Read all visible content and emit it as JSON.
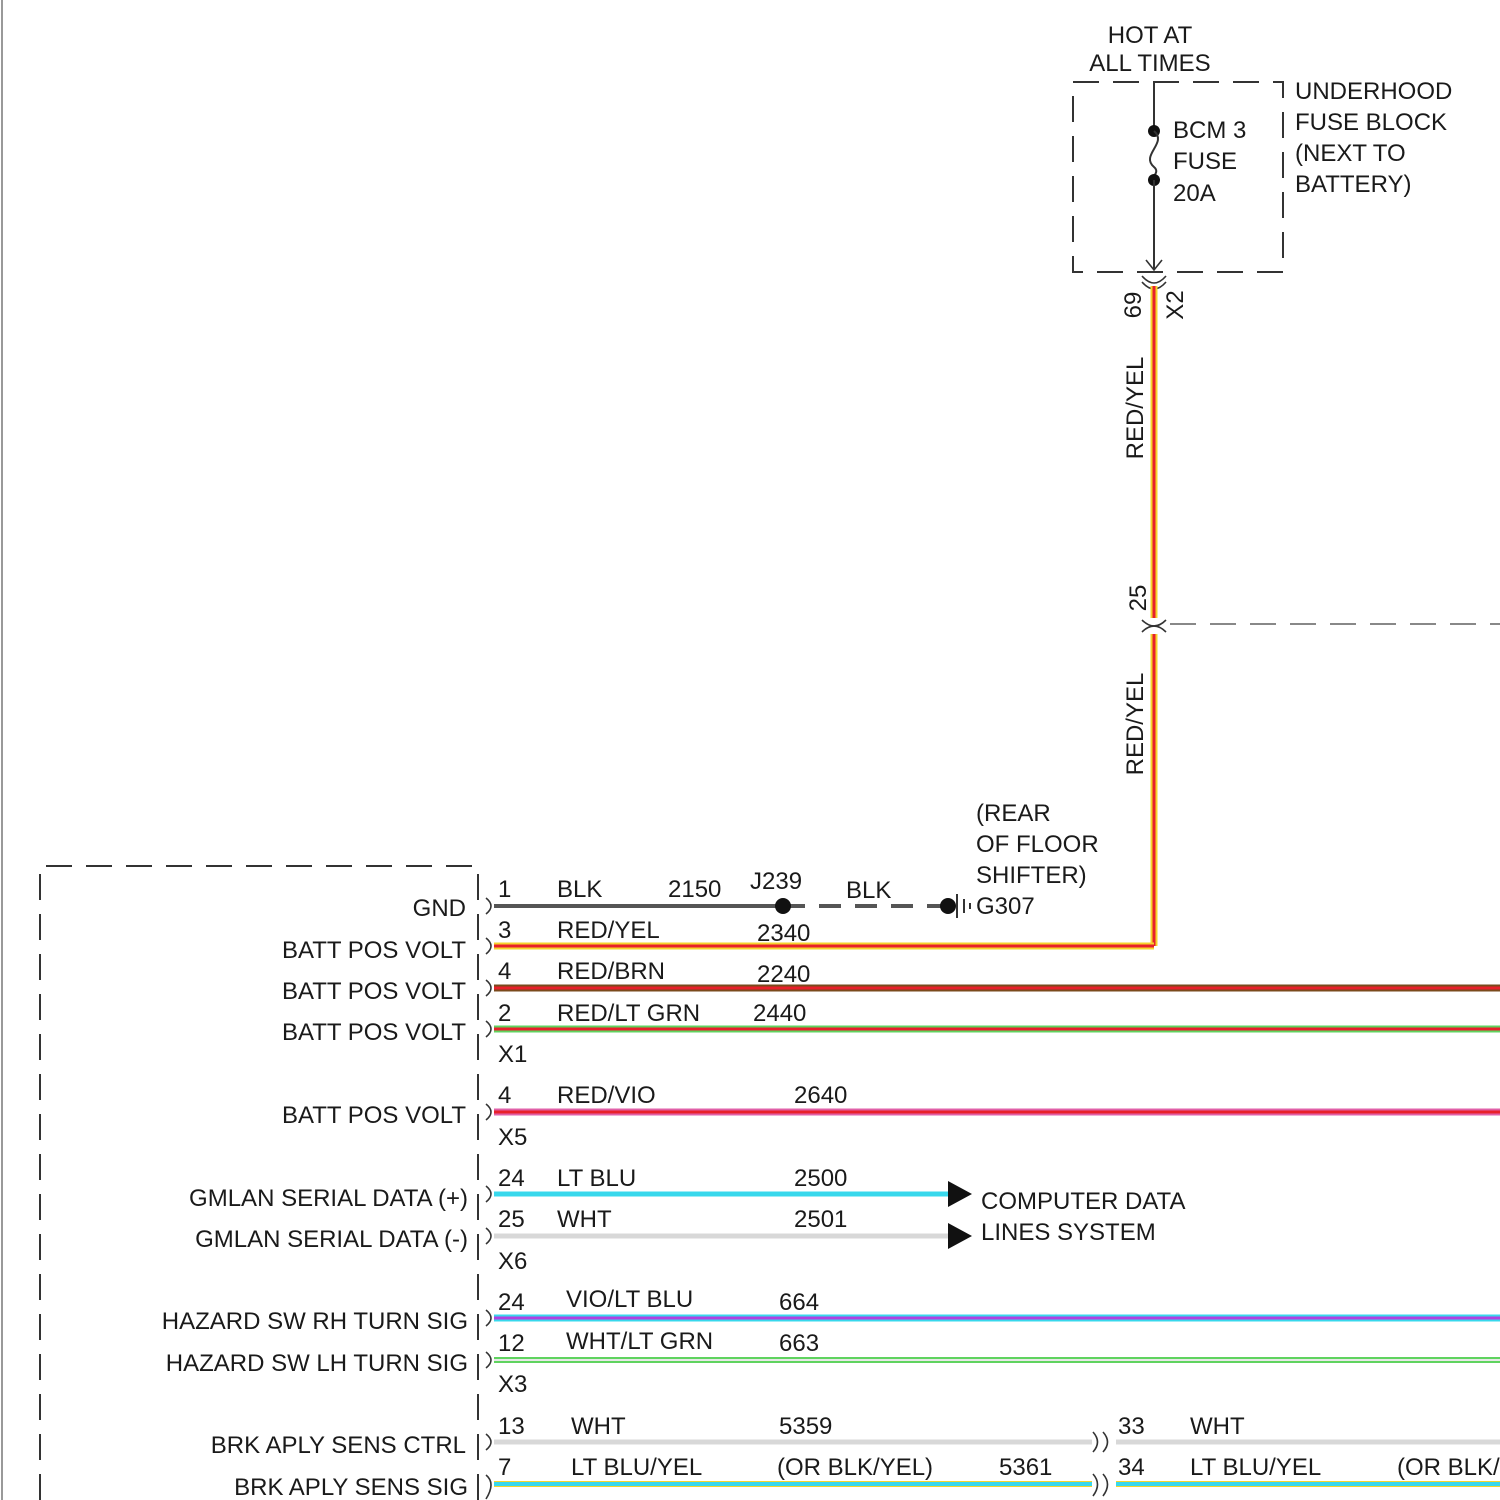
{
  "fuse_block": {
    "power_label_1": "HOT AT",
    "power_label_2": "ALL TIMES",
    "fuse_name": "BCM 3",
    "fuse_word": "FUSE",
    "fuse_rating": "20A",
    "block_line_1": "UNDERHOOD",
    "block_line_2": "FUSE BLOCK",
    "block_line_3": "(NEXT TO",
    "block_line_4": "BATTERY)",
    "out_pin": "69",
    "out_connector": "X2",
    "mid_pin": "25",
    "wire_upper": "RED/YEL",
    "wire_lower": "RED/YEL"
  },
  "ground": {
    "note_1": "(REAR",
    "note_2": "OF FLOOR",
    "note_3": "SHIFTER)",
    "splice": "J239",
    "splice_wire": "BLK",
    "ground_id": "G307"
  },
  "module": {
    "signals": {
      "gnd": "GND",
      "batt1": "BATT POS VOLT",
      "batt2": "BATT POS VOLT",
      "batt3": "BATT POS VOLT",
      "batt4": "BATT POS VOLT",
      "gmlan_pos": "GMLAN SERIAL DATA (+)",
      "gmlan_neg": "GMLAN SERIAL DATA (-)",
      "haz_rh": "HAZARD SW RH TURN SIG",
      "haz_lh": "HAZARD SW LH TURN SIG",
      "brk_ctrl": "BRK APLY SENS CTRL",
      "brk_sig": "BRK APLY SENS SIG"
    },
    "connectors": {
      "x1": "X1",
      "x5": "X5",
      "x6": "X6",
      "x3": "X3"
    }
  },
  "wires": {
    "gnd": {
      "pin": "1",
      "color": "BLK",
      "circuit": "2150"
    },
    "batt1": {
      "pin": "3",
      "color": "RED/YEL",
      "circuit": "2340"
    },
    "batt2": {
      "pin": "4",
      "color": "RED/BRN",
      "circuit": "2240"
    },
    "batt3": {
      "pin": "2",
      "color": "RED/LT GRN",
      "circuit": "2440"
    },
    "batt4": {
      "pin": "4",
      "color": "RED/VIO",
      "circuit": "2640"
    },
    "gmlan_pos": {
      "pin": "24",
      "color": "LT BLU",
      "circuit": "2500"
    },
    "gmlan_neg": {
      "pin": "25",
      "color": "WHT",
      "circuit": "2501"
    },
    "haz_rh": {
      "pin": "24",
      "color": "VIO/LT BLU",
      "circuit": "664"
    },
    "haz_lh": {
      "pin": "12",
      "color": "WHT/LT GRN",
      "circuit": "663"
    },
    "brk_ctrl": {
      "pin": "13",
      "color": "WHT",
      "circuit": "5359",
      "pin2": "33",
      "color2": "WHT"
    },
    "brk_sig": {
      "pin": "7",
      "color": "LT BLU/YEL",
      "circuit_alt": "(OR BLK/YEL)",
      "circuit": "5361",
      "pin2": "34",
      "color2": "LT BLU/YEL",
      "circuit_alt2": "(OR BLK/"
    }
  },
  "data_system": {
    "line_1": "COMPUTER DATA",
    "line_2": "LINES SYSTEM"
  },
  "wire_colors": {
    "red": "#e8202a",
    "yellow": "#f6d32d",
    "brown": "#7a4a1c",
    "green": "#5fd35f",
    "violet": "#b040e0",
    "lt_blue": "#38d8ec",
    "white": "#d8d8d8",
    "black": "#555555"
  }
}
